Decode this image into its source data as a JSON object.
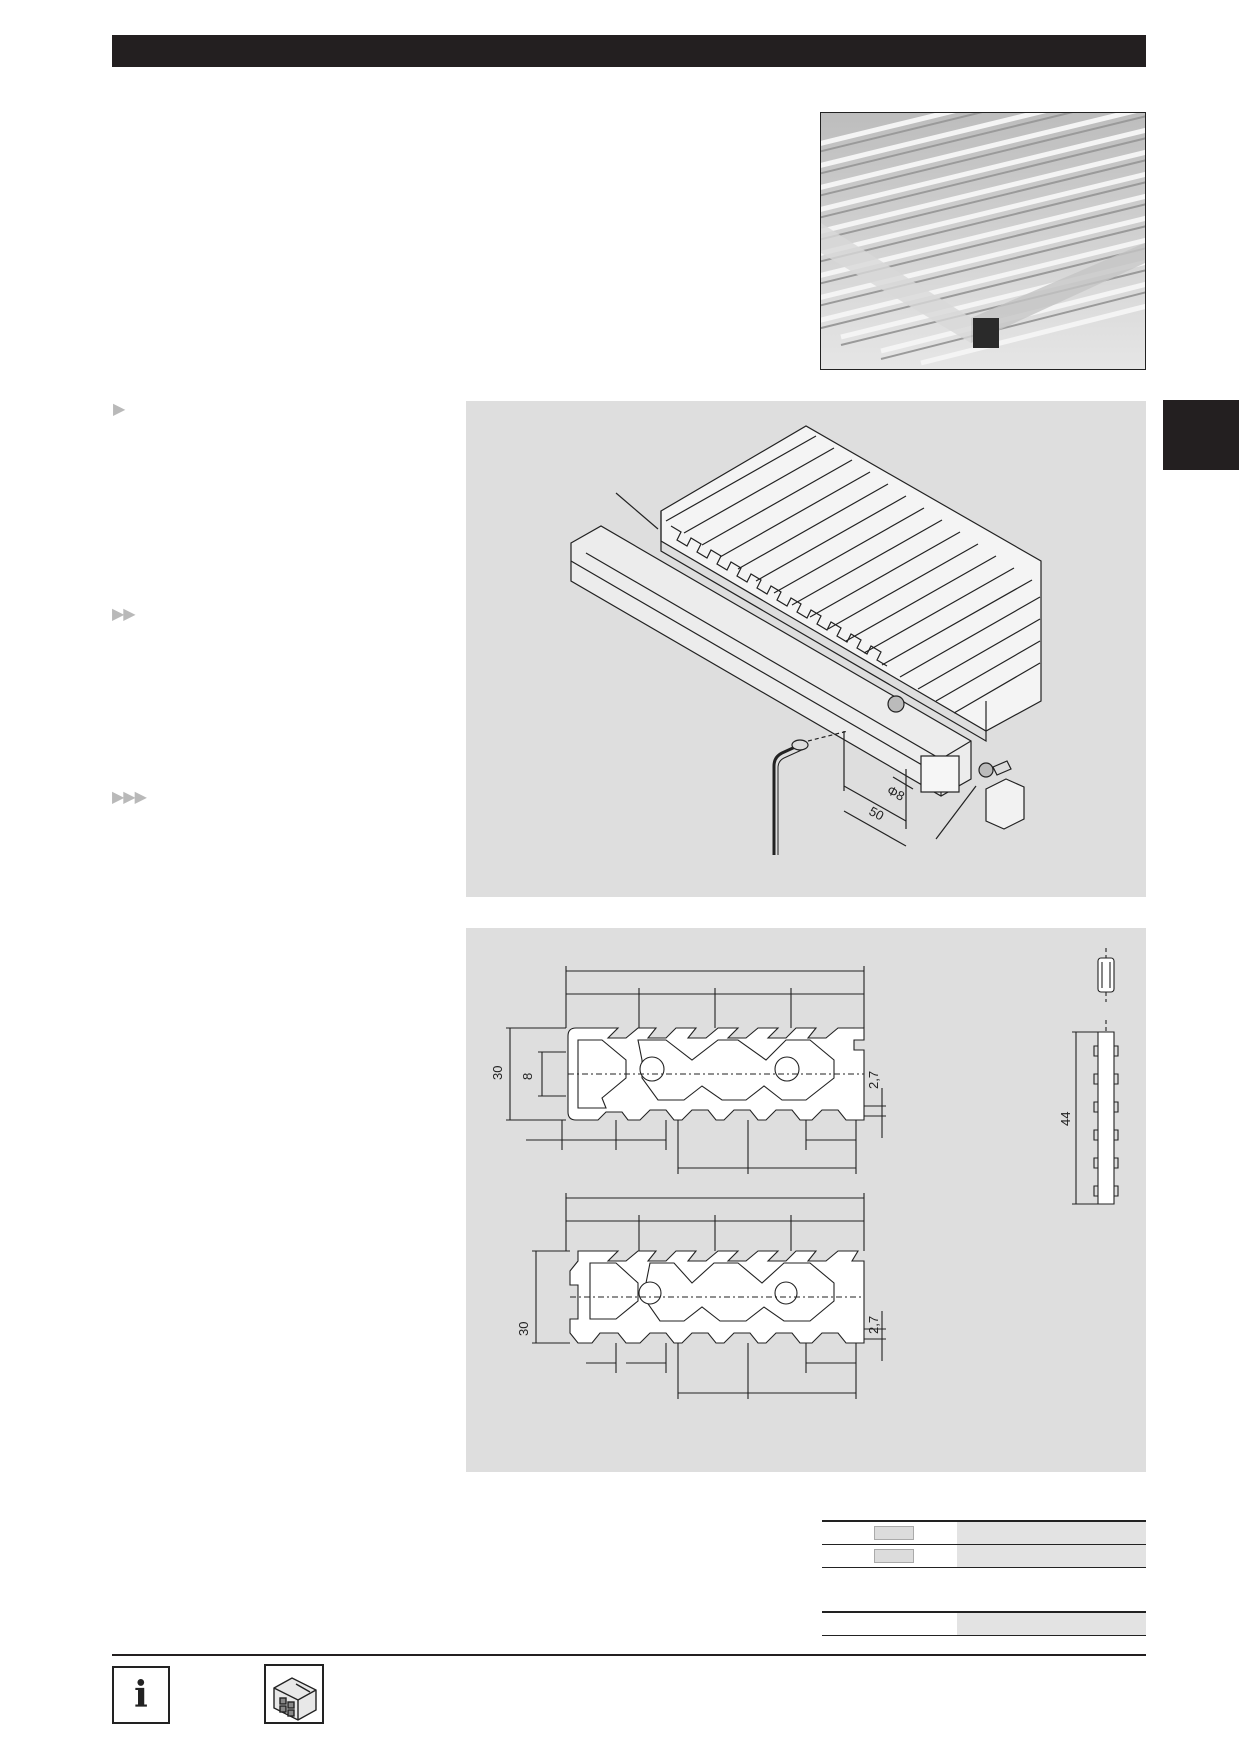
{
  "drawing_assembly": {
    "dim_diameter": "Φ8",
    "dim_length": "50"
  },
  "drawing_profile_top": {
    "dim_height": "30",
    "dim_slot": "8",
    "dim_lip": "2,7"
  },
  "drawing_profile_bottom": {
    "dim_height": "30",
    "dim_lip": "2,7"
  },
  "drawing_side_strip": {
    "dim_length": "44"
  },
  "nav_arrows": [
    "▶",
    "▶▶",
    "▶▶▶"
  ],
  "footer": {
    "info_icon": "i"
  },
  "icons": {
    "info": "info-icon",
    "profile": "profile-icon"
  },
  "colors": {
    "header": "#231f20",
    "panel": "#dedede",
    "arrow": "#b9b9b9"
  }
}
